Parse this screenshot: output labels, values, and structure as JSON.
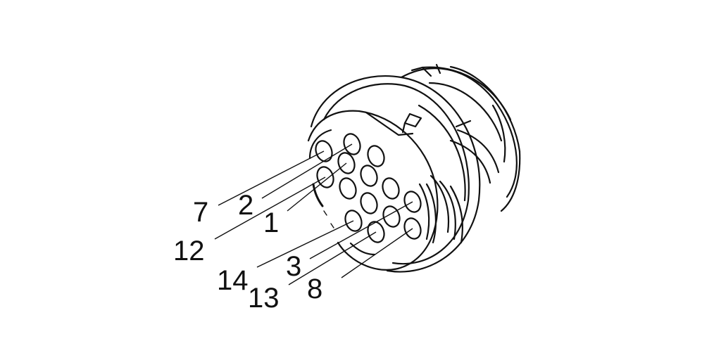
{
  "diagram": {
    "subject": "circular-connector-pinout",
    "stroke_color": "#111111",
    "background_color": "#ffffff",
    "pin_labels": [
      {
        "id": "7",
        "text": "7"
      },
      {
        "id": "2",
        "text": "2"
      },
      {
        "id": "1",
        "text": "1"
      },
      {
        "id": "12",
        "text": "12"
      },
      {
        "id": "14",
        "text": "14"
      },
      {
        "id": "3",
        "text": "3"
      },
      {
        "id": "13",
        "text": "13"
      },
      {
        "id": "8",
        "text": "8"
      }
    ]
  }
}
